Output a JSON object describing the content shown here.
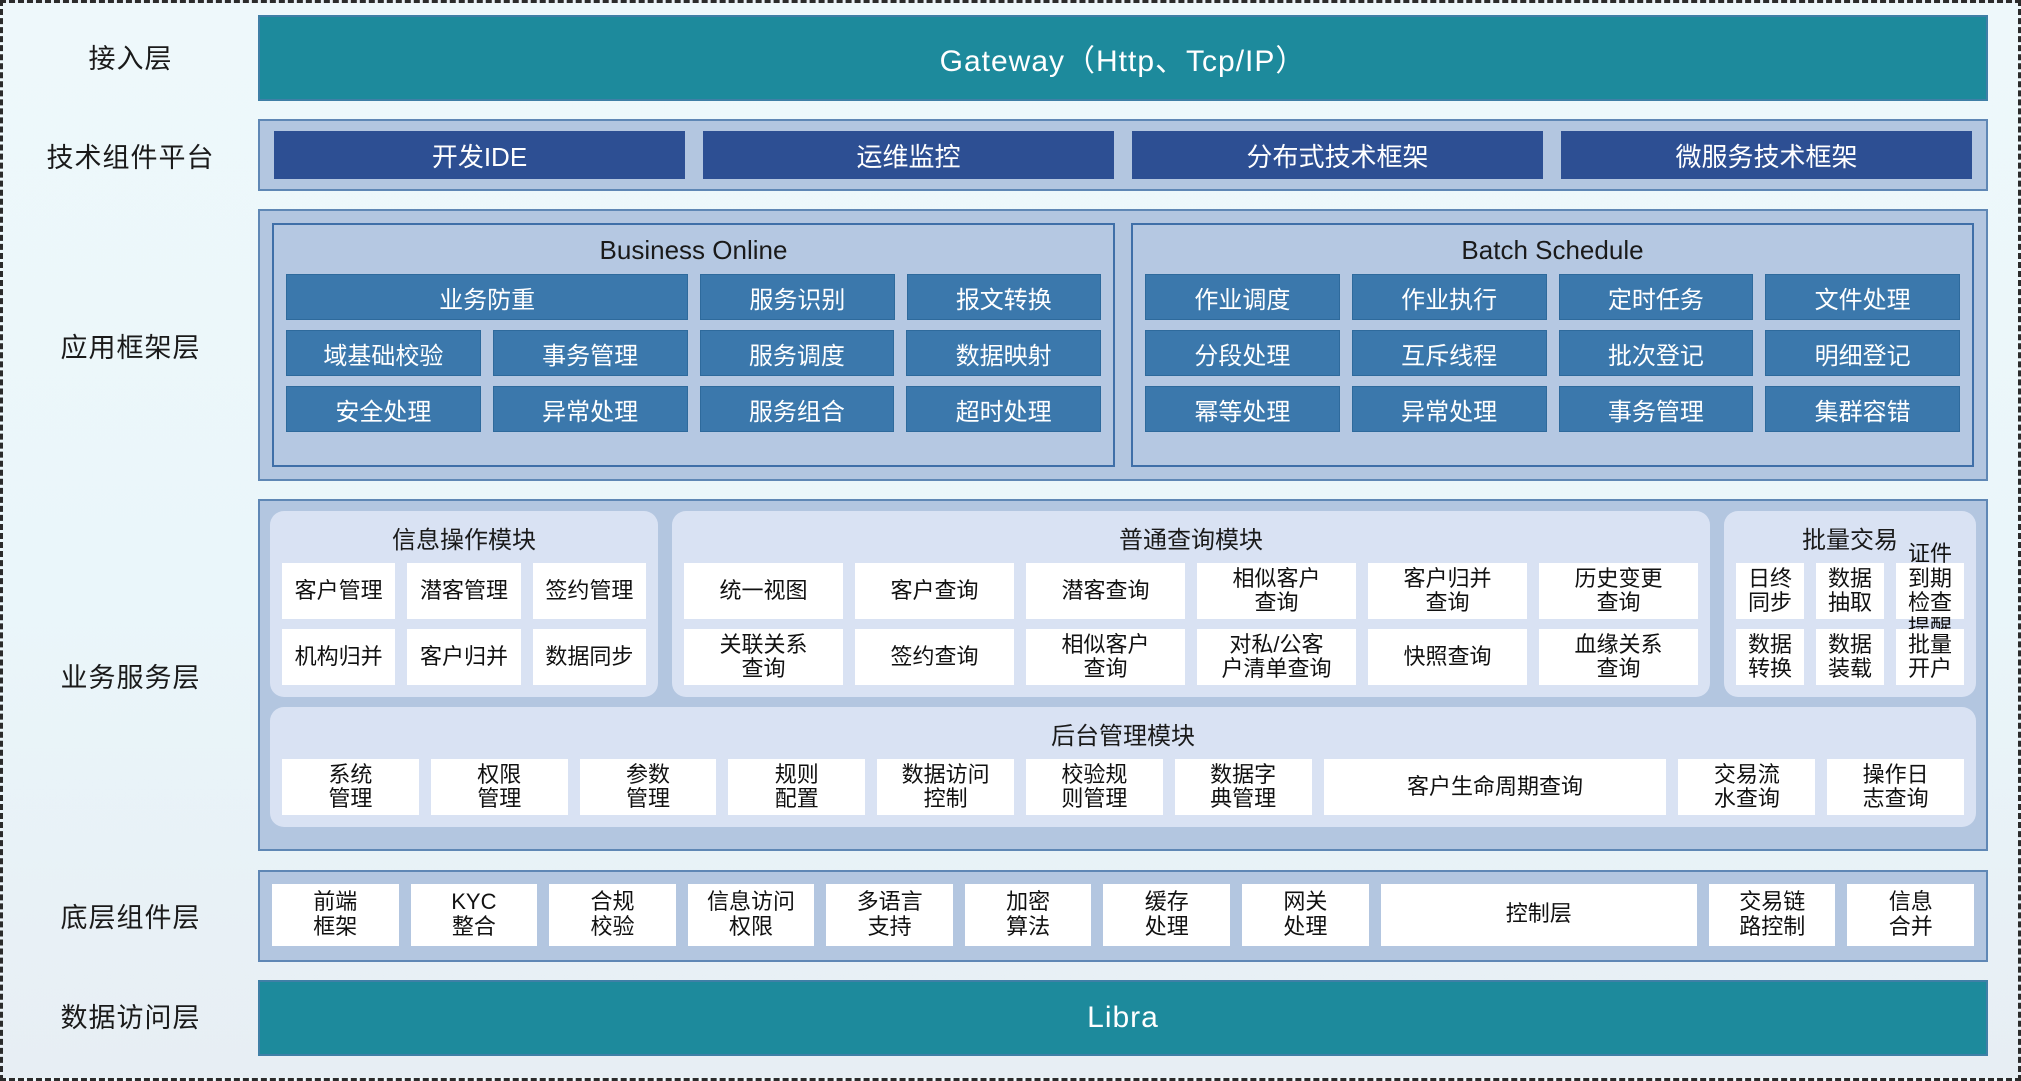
{
  "layers": {
    "access": {
      "label": "接入层",
      "bar": "Gateway（Http、Tcp/IP）"
    },
    "tech_platform": {
      "label": "技术组件平台",
      "items": [
        "开发IDE",
        "运维监控",
        "分布式技术框架",
        "微服务技术框架"
      ]
    },
    "app_framework": {
      "label": "应用框架层",
      "groups": [
        {
          "title": "Business Online",
          "rows": [
            [
              {
                "text": "业务防重",
                "span": 2
              },
              {
                "text": "服务识别",
                "span": 1
              },
              {
                "text": "报文转换",
                "span": 1
              }
            ],
            [
              {
                "text": "域基础校验",
                "span": 1
              },
              {
                "text": "事务管理",
                "span": 1
              },
              {
                "text": "服务调度",
                "span": 1
              },
              {
                "text": "数据映射",
                "span": 1
              }
            ],
            [
              {
                "text": "安全处理",
                "span": 1
              },
              {
                "text": "异常处理",
                "span": 1
              },
              {
                "text": "服务组合",
                "span": 1
              },
              {
                "text": "超时处理",
                "span": 1
              }
            ]
          ]
        },
        {
          "title": "Batch Schedule",
          "rows": [
            [
              {
                "text": "作业调度",
                "span": 1
              },
              {
                "text": "作业执行",
                "span": 1
              },
              {
                "text": "定时任务",
                "span": 1
              },
              {
                "text": "文件处理",
                "span": 1
              }
            ],
            [
              {
                "text": "分段处理",
                "span": 1
              },
              {
                "text": "互斥线程",
                "span": 1
              },
              {
                "text": "批次登记",
                "span": 1
              },
              {
                "text": "明细登记",
                "span": 1
              }
            ],
            [
              {
                "text": "幂等处理",
                "span": 1
              },
              {
                "text": "异常处理",
                "span": 1
              },
              {
                "text": "事务管理",
                "span": 1
              },
              {
                "text": "集群容错",
                "span": 1
              }
            ]
          ]
        }
      ]
    },
    "business_service": {
      "label": "业务服务层",
      "info_module": {
        "title": "信息操作模块",
        "rows": [
          [
            "客户管理",
            "潜客管理",
            "签约管理"
          ],
          [
            "机构归并",
            "客户归并",
            "数据同步"
          ]
        ]
      },
      "query_module": {
        "title": "普通查询模块",
        "rows": [
          [
            "统一视图",
            "客户查询",
            "潜客查询",
            "相似客户\n查询",
            "客户归并\n查询",
            "历史变更\n查询"
          ],
          [
            "关联关系\n查询",
            "签约查询",
            "相似客户\n查询",
            "对私/公客\n户清单查询",
            "快照查询",
            "血缘关系\n查询"
          ]
        ]
      },
      "batch_module": {
        "title": "批量交易",
        "rows": [
          [
            "日终\n同步",
            "数据\n抽取",
            "证件到期\n检查提醒"
          ],
          [
            "数据\n转换",
            "数据\n装载",
            "批量\n开户"
          ]
        ]
      },
      "admin_module": {
        "title": "后台管理模块",
        "items": [
          {
            "text": "系统\n管理",
            "wide": false
          },
          {
            "text": "权限\n管理",
            "wide": false
          },
          {
            "text": "参数\n管理",
            "wide": false
          },
          {
            "text": "规则\n配置",
            "wide": false
          },
          {
            "text": "数据访问\n控制",
            "wide": false
          },
          {
            "text": "校验规\n则管理",
            "wide": false
          },
          {
            "text": "数据字\n典管理",
            "wide": false
          },
          {
            "text": "客户生命周期查询",
            "wide": true
          },
          {
            "text": "交易流\n水查询",
            "wide": false
          },
          {
            "text": "操作日\n志查询",
            "wide": false
          }
        ]
      }
    },
    "base_component": {
      "label": "底层组件层",
      "items": [
        {
          "text": "前端\n框架",
          "wide": false
        },
        {
          "text": "KYC\n整合",
          "wide": false
        },
        {
          "text": "合规\n校验",
          "wide": false
        },
        {
          "text": "信息访问\n权限",
          "wide": false
        },
        {
          "text": "多语言\n支持",
          "wide": false
        },
        {
          "text": "加密\n算法",
          "wide": false
        },
        {
          "text": "缓存\n处理",
          "wide": false
        },
        {
          "text": "网关\n处理",
          "wide": false
        },
        {
          "text": "控制层",
          "wide": true
        },
        {
          "text": "交易链\n路控制",
          "wide": false
        },
        {
          "text": "信息\n合并",
          "wide": false
        }
      ]
    },
    "data_access": {
      "label": "数据访问层",
      "bar": "Libra"
    }
  },
  "colors": {
    "teal": "#1d8a9c",
    "dark_blue_button": "#2d4f93",
    "framework_cell": "#3b78ac",
    "band_background": "#b3c6e0",
    "module_background": "#d9e2f3",
    "canvas_background": "#eef8fb"
  }
}
